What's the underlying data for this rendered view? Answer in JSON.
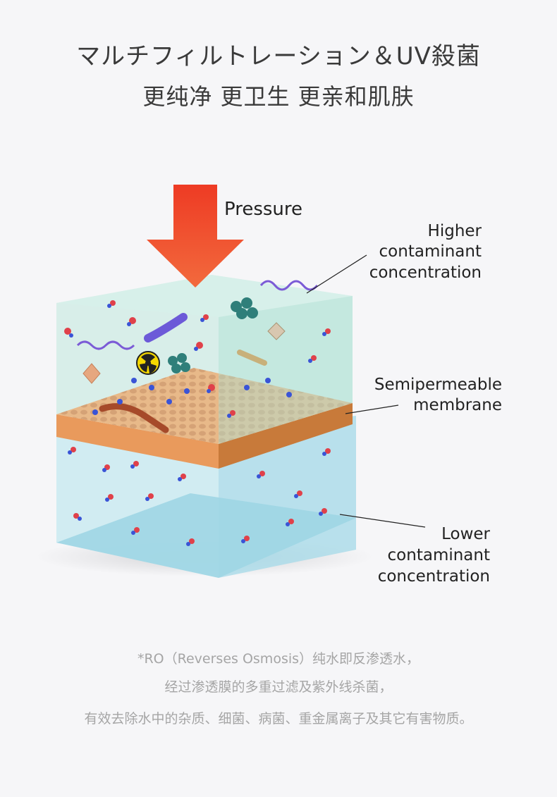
{
  "header": {
    "title_line1": "マルチフィルトレーション＆UV殺菌",
    "title_line2": "更纯净 更卫生 更亲和肌肤"
  },
  "diagram": {
    "pressure_label": "Pressure",
    "higher_label": [
      "Higher",
      "contaminant",
      "concentration"
    ],
    "membrane_label": [
      "Semipermeable",
      "membrane"
    ],
    "lower_label": [
      "Lower",
      "contaminant",
      "concentration"
    ]
  },
  "captions": {
    "line1": "*RO（Reverses Osmosis）纯水即反渗透水，",
    "line2": "经过渗透膜的多重过滤及紫外线杀菌，",
    "line3": "有效去除水中的杂质、细菌、病菌、重金属离子及其它有害物质。"
  },
  "colors": {
    "arrow": "#ee3b24",
    "membrane_top": "#e8b989",
    "membrane_side": "#e99a5c",
    "upper_water": "#bfe7dc",
    "lower_water": "#c4e8f0"
  }
}
